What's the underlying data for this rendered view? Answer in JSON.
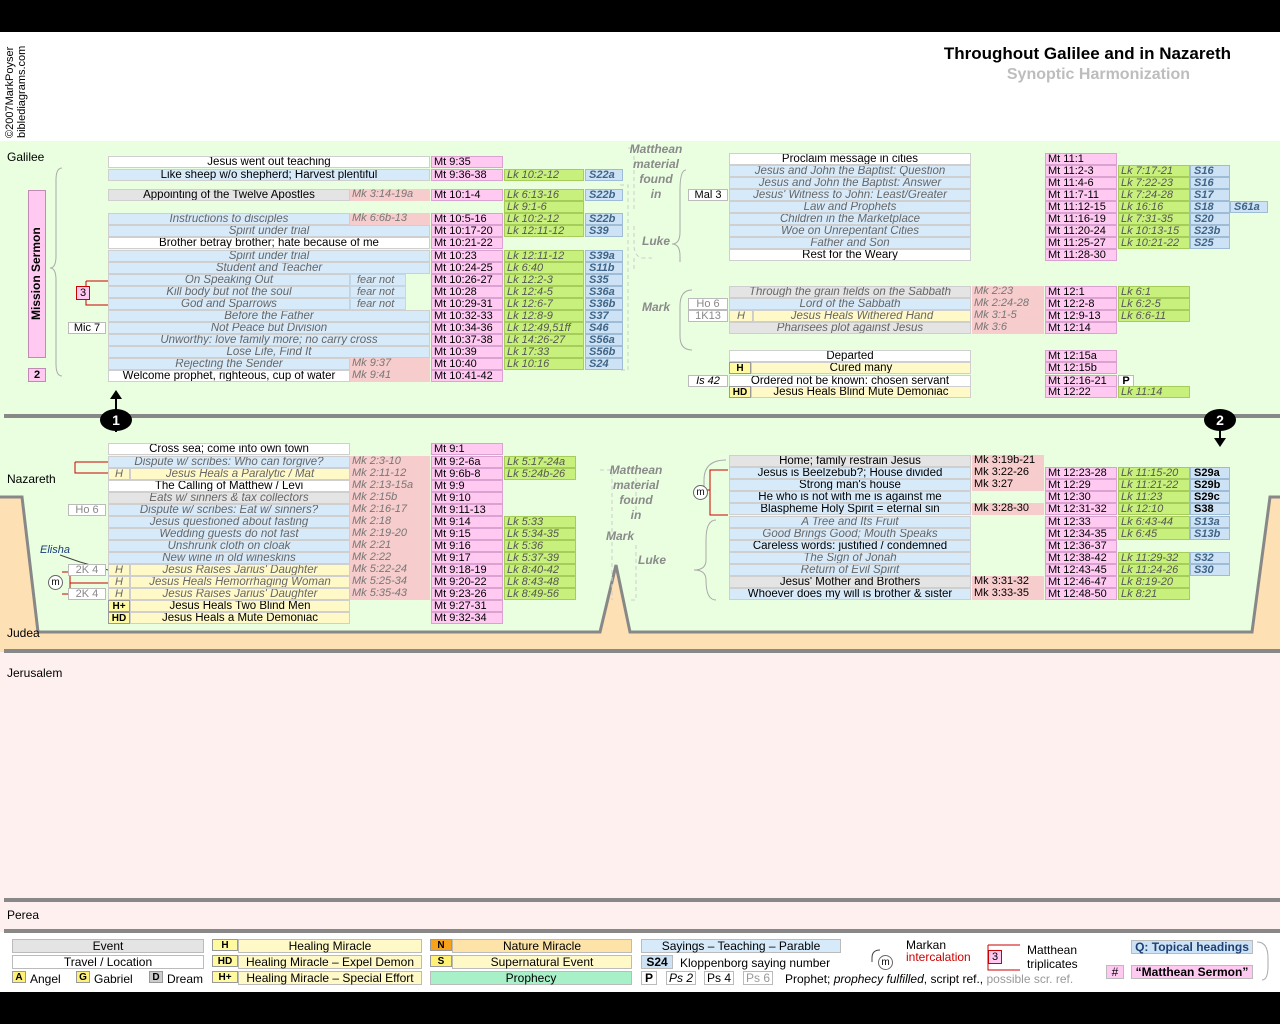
{
  "title": "Throughout Galilee and in Nazareth",
  "subtitle": "Synoptic Harmonization",
  "credit": [
    "©2007MarkPoyser",
    "biblediagrams.com"
  ],
  "regions": {
    "galilee": "Galilee",
    "nazareth": "Nazareth",
    "judea": "Judea",
    "jerusalem": "Jerusalem",
    "perea": "Perea"
  },
  "markers": {
    "one": "1",
    "two": "2"
  },
  "mission": {
    "label": "Mission Sermon",
    "num": "2",
    "triplicate": "3",
    "mic": "Mic 7"
  },
  "side_labels": {
    "matthean1": [
      "Matthean",
      "material",
      "found",
      "in"
    ],
    "luke": "Luke",
    "mark": "Mark",
    "matthean2": [
      "Matthean",
      "material",
      "found",
      "in"
    ],
    "mark2": "Mark",
    "luke2": "Luke"
  },
  "gal_left": [
    {
      "text": "Jesus went out teaching",
      "mt": "Mt 9:35"
    },
    {
      "text": "Like sheep w/o shepherd; Harvest plentiful",
      "mt": "Mt 9:36-38",
      "lk": "Lk 10:2-12",
      "s": "S22a"
    },
    {
      "text": "Appointing of the Twelve Apostles",
      "mk": "Mk 3:14-19a",
      "mt": "Mt 10:1-4",
      "lk": "Lk 6:13-16",
      "s": "S22b"
    },
    {
      "lk": "Lk 9:1-6"
    },
    {
      "text": "Instructions to disciples",
      "mk": "Mk 6:6b-13",
      "mt": "Mt 10:5-16",
      "lk": "Lk 10:2-12",
      "s": "S22b"
    },
    {
      "text": "Spirit under trial",
      "mt": "Mt 10:17-20",
      "lk": "Lk 12:11-12",
      "s": "S39"
    },
    {
      "text": "Brother betray brother; hate because of me",
      "mt": "Mt 10:21-22"
    },
    {
      "text": "Spirit under trial",
      "mt": "Mt 10:23",
      "lk": "Lk 12:11-12",
      "s": "S39a"
    },
    {
      "text": "Student and Teacher",
      "mt": "Mt 10:24-25",
      "lk": "Lk 6:40",
      "s": "S11b"
    },
    {
      "text": "On Speaking Out",
      "fear": "fear not",
      "mt": "Mt 10:26-27",
      "lk": "Lk 12:2-3",
      "s": "S35"
    },
    {
      "text": "Kill body but not the soul",
      "fear": "fear not",
      "mt": "Mt 10:28",
      "lk": "Lk 12:4-5",
      "s": "S36a"
    },
    {
      "text": "God and Sparrows",
      "fear": "fear not",
      "mt": "Mt 10:29-31",
      "lk": "Lk 12:6-7",
      "s": "S36b"
    },
    {
      "text": "Before the Father",
      "mt": "Mt 10:32-33",
      "lk": "Lk 12:8-9",
      "s": "S37"
    },
    {
      "text": "Not Peace but Division",
      "mt": "Mt 10:34-36",
      "lk": "Lk 12:49,51ff",
      "s": "S46"
    },
    {
      "text": "Unworthy: love family more; no carry cross",
      "mt": "Mt 10:37-38",
      "lk": "Lk 14:26-27",
      "s": "S56a"
    },
    {
      "text": "Lose Life, Find It",
      "mt": "Mt 10:39",
      "lk": "Lk 17:33",
      "s": "S56b"
    },
    {
      "text": "Rejecting the Sender",
      "mk": "Mk 9:37",
      "mt": "Mt 10:40",
      "lk": "Lk 10:16",
      "s": "S24"
    },
    {
      "text": "Welcome prophet, righteous, cup of water",
      "mk": "Mk 9:41",
      "mt": "Mt 10:41-42"
    }
  ],
  "gal_right_top": [
    {
      "text": "Proclaim message in cities",
      "mt": "Mt 11:1"
    },
    {
      "text": "Jesus and John the Baptist: Question",
      "mt": "Mt 11:2-3",
      "lk": "Lk 7:17-21",
      "s": "S16"
    },
    {
      "text": "Jesus and John the Baptist: Answer",
      "mt": "Mt 11:4-6",
      "lk": "Lk 7:22-23",
      "s": "S16"
    },
    {
      "text": "Jesus' Witness to John: Least/Greater",
      "ref": "Mal 3",
      "mt": "Mt 11:7-11",
      "lk": "Lk 7:24-28",
      "s": "S17"
    },
    {
      "text": "Law and Prophets",
      "mt": "Mt 11:12-15",
      "lk": "Lk 16:16",
      "s": "S18",
      "s2": "S61a"
    },
    {
      "text": "Children in the Marketplace",
      "mt": "Mt 11:16-19",
      "lk": "Lk 7:31-35",
      "s": "S20"
    },
    {
      "text": "Woe on Unrepentant Cities",
      "mt": "Mt 11:20-24",
      "lk": "Lk 10:13-15",
      "s": "S23b"
    },
    {
      "text": "Father and Son",
      "mt": "Mt 11:25-27",
      "lk": "Lk 10:21-22",
      "s": "S25"
    },
    {
      "text": "Rest for the Weary",
      "mt": "Mt 11:28-30"
    }
  ],
  "gal_right_mid": [
    {
      "text": "Through the grain fields on the Sabbath",
      "mk": "Mk 2:23",
      "mt": "Mt 12:1",
      "lk": "Lk 6:1"
    },
    {
      "text": "Lord of the Sabbath",
      "ref": "Ho 6",
      "mk": "Mk 2:24-28",
      "mt": "Mt 12:2-8",
      "lk": "Lk 6:2-5"
    },
    {
      "text": "Jesus Heals Withered Hand",
      "ref": "1K13",
      "tag": "H",
      "mk": "Mk 3:1-5",
      "mt": "Mt 12:9-13",
      "lk": "Lk 6:6-11"
    },
    {
      "text": "Pharisees plot against Jesus",
      "mk": "Mk 3:6",
      "mt": "Mt 12:14"
    }
  ],
  "gal_right_bot": [
    {
      "text": "Departed",
      "mt": "Mt 12:15a"
    },
    {
      "text": "Cured many",
      "tag": "H",
      "mt": "Mt 12:15b"
    },
    {
      "text": "Ordered not be known: chosen servant",
      "ref": "Is 42",
      "mt": "Mt 12:16-21",
      "p": "P"
    },
    {
      "text": "Jesus Heals Blind Mute Demoniac",
      "tag": "HD",
      "mt": "Mt 12:22",
      "lk": "Lk 11:14"
    }
  ],
  "naz_left": [
    {
      "text": "Cross sea; come into own town",
      "mt": "Mt 9:1"
    },
    {
      "text": "Dispute w/ scribes: Who can forgive?",
      "mk": "Mk 2:3-10",
      "mt": "Mt 9:2-6a",
      "lk": "Lk 5:17-24a"
    },
    {
      "text": "Jesus Heals a Paralytic / Mat",
      "tag": "H",
      "mk": "Mk 2:11-12",
      "mt": "Mt 9:6b-8",
      "lk": "Lk 5:24b-26"
    },
    {
      "text": "The Calling of Matthew / Levi",
      "mk": "Mk 2:13-15a",
      "mt": "Mt 9:9"
    },
    {
      "text": "Eats w/ sinners & tax collectors",
      "mk": "Mk 2:15b",
      "mt": "Mt 9:10"
    },
    {
      "text": "Dispute w/ scribes: Eat w/ sinners?",
      "ref": "Ho 6",
      "mk": "Mk 2:16-17",
      "mt": "Mt 9:11-13"
    },
    {
      "text": "Jesus questioned about fasting",
      "mk": "Mk 2:18",
      "mt": "Mt 9:14",
      "lk": "Lk 5:33"
    },
    {
      "text": "Wedding guests do not fast",
      "mk": "Mk 2:19-20",
      "mt": "Mt 9:15",
      "lk": "Lk 5:34-35"
    },
    {
      "text": "Unshrunk cloth on cloak",
      "mk": "Mk 2:21",
      "mt": "Mt 9:16",
      "lk": "Lk 5:36"
    },
    {
      "text": "New wine in old wineskins",
      "mk": "Mk 2:22",
      "mt": "Mt 9:17",
      "lk": "Lk 5:37-39"
    },
    {
      "text": "Jesus Raises Jarius' Daughter",
      "ref": "2K 4",
      "tag": "H",
      "mk": "Mk 5:22-24",
      "mt": "Mt 9:18-19",
      "lk": "Lk 8:40-42"
    },
    {
      "text": "Jesus Heals Hemorrhaging Woman",
      "tag": "H",
      "mk": "Mk 5:25-34",
      "mt": "Mt 9:20-22",
      "lk": "Lk 8:43-48"
    },
    {
      "text": "Jesus Raises Jarius' Daughter",
      "ref": "2K 4",
      "tag": "H",
      "mk": "Mk 5:35-43",
      "mt": "Mt 9:23-26",
      "lk": "Lk 8:49-56"
    },
    {
      "text": "Jesus Heals Two Blind Men",
      "tag": "H+",
      "mt": "Mt 9:27-31"
    },
    {
      "text": "Jesus Heals a Mute Demoniac",
      "tag": "HD",
      "mt": "Mt 9:32-34"
    }
  ],
  "elisha": "Elisha",
  "naz_right": [
    {
      "text": "Home; family restrain Jesus",
      "mk": "Mk 3:19b-21"
    },
    {
      "text": "Jesus is Beelzebub?;  House divided",
      "mk": "Mk 3:22-26",
      "mt": "Mt 12:23-28",
      "lk": "Lk 11:15-20",
      "s": "S29a"
    },
    {
      "text": "Strong man's house",
      "mk": "Mk 3:27",
      "mt": "Mt 12:29",
      "lk": "Lk 11:21-22",
      "s": "S29b"
    },
    {
      "text": "He who is not with me is against me",
      "mt": "Mt 12:30",
      "lk": "Lk 11:23",
      "s": "S29c"
    },
    {
      "text": "Blaspheme Holy Spirit = eternal sin",
      "mk": "Mk 3:28-30",
      "mt": "Mt 12:31-32",
      "lk": "Lk 12:10",
      "s": "S38"
    },
    {
      "text": "A Tree and Its Fruit",
      "mt": "Mt 12:33",
      "lk": "Lk 6:43-44",
      "s": "S13a"
    },
    {
      "text": "Good Brings Good; Mouth Speaks",
      "mt": "Mt 12:34-35",
      "lk": "Lk 6:45",
      "s": "S13b"
    },
    {
      "text": "Careless words: justified / condemned",
      "mt": "Mt 12:36-37"
    },
    {
      "text": "The Sign of Jonah",
      "mt": "Mt 12:38-42",
      "lk": "Lk 11:29-32",
      "s": "S32"
    },
    {
      "text": "Return of Evil Spirit",
      "mt": "Mt 12:43-45",
      "lk": "Lk 11:24-26",
      "s": "S30"
    },
    {
      "text": "Jesus' Mother and Brothers",
      "mk": "Mk 3:31-32",
      "mt": "Mt 12:46-47",
      "lk": "Lk 8:19-20"
    },
    {
      "text": "Whoever does my will is brother & sister",
      "mk": "Mk 3:33-35",
      "mt": "Mt 12:48-50",
      "lk": "Lk 8:21"
    }
  ],
  "legend": {
    "event": "Event",
    "travel": "Travel / Location",
    "angel_k": "A",
    "angel": "Angel",
    "gabriel_k": "G",
    "gabriel": "Gabriel",
    "dream_k": "D",
    "dream": "Dream",
    "h_k": "H",
    "h": "Healing Miracle",
    "hd_k": "HD",
    "hd": "Healing Miracle – Expel Demon",
    "hp_k": "H+",
    "hp": "Healing Miracle – Special Effort",
    "n_k": "N",
    "n": "Nature Miracle",
    "s_k": "S",
    "s": "Supernatural Event",
    "prophecy": "Prophecy",
    "sayings": "Sayings – Teaching – Parable",
    "s24": "S24",
    "kloppenborg": "Kloppenborg saying number",
    "p": "P",
    "ps2": "Ps 2",
    "ps4": "Ps 4",
    "ps6": "Ps 6",
    "prophet": "Prophet;",
    "fulfilled": "prophecy fulfilled",
    "script": ", script ref.,",
    "possible": "possible scr. ref.",
    "m": "m",
    "markan": "Markan",
    "intercalation": "intercalation",
    "three": "3",
    "matthean": "Matthean",
    "triplicates": "triplicates",
    "q": "Q: Topical headings",
    "hash": "#",
    "sermon": "“Matthean Sermon”"
  }
}
